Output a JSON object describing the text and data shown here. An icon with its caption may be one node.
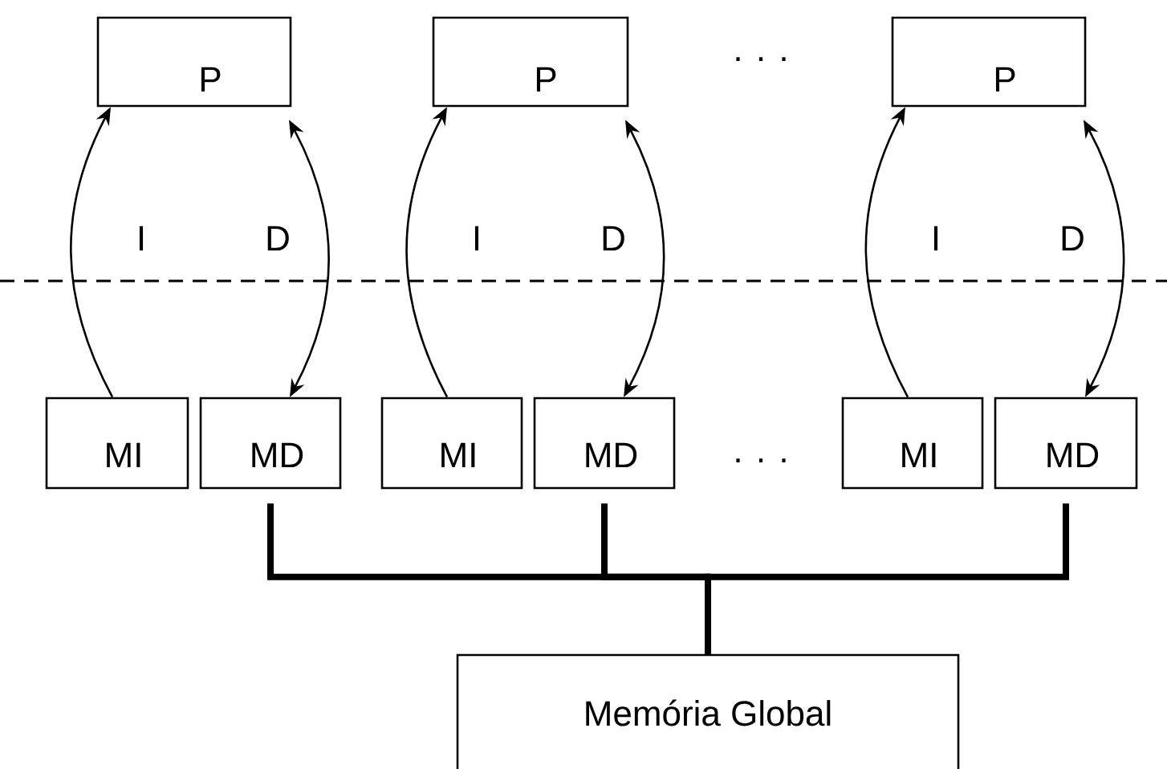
{
  "diagram": {
    "nodes": [
      {
        "text": [
          "P"
        ]
      },
      {
        "text": [
          "P"
        ]
      },
      {
        "text": [
          "P"
        ]
      },
      {
        "text": [
          "MI"
        ]
      },
      {
        "text": [
          "MD"
        ]
      },
      {
        "text": [
          "MI"
        ]
      },
      {
        "text": [
          "MD"
        ]
      },
      {
        "text": [
          "MI"
        ]
      },
      {
        "text": [
          "MD"
        ]
      },
      {
        "text": [
          "Memória Global"
        ]
      }
    ],
    "edges": [
      {
        "from": 3,
        "to": 0,
        "arrow": "to",
        "label": "I"
      },
      {
        "from": 0,
        "to": 4,
        "arrow": "both",
        "label": "D"
      },
      {
        "from": 5,
        "to": 1,
        "arrow": "to",
        "label": "I"
      },
      {
        "from": 1,
        "to": 6,
        "arrow": "both",
        "label": "D"
      },
      {
        "from": 7,
        "to": 2,
        "arrow": "to",
        "label": "I"
      },
      {
        "from": 2,
        "to": 8,
        "arrow": "both",
        "label": "D"
      },
      {
        "from": 4,
        "to": 9,
        "arrow": "none",
        "style": "thick"
      },
      {
        "from": 6,
        "to": 9,
        "arrow": "none",
        "style": "thick"
      },
      {
        "from": 8,
        "to": 9,
        "arrow": "none",
        "style": "thick"
      }
    ],
    "labels": [
      ". . .",
      ". . ."
    ]
  }
}
